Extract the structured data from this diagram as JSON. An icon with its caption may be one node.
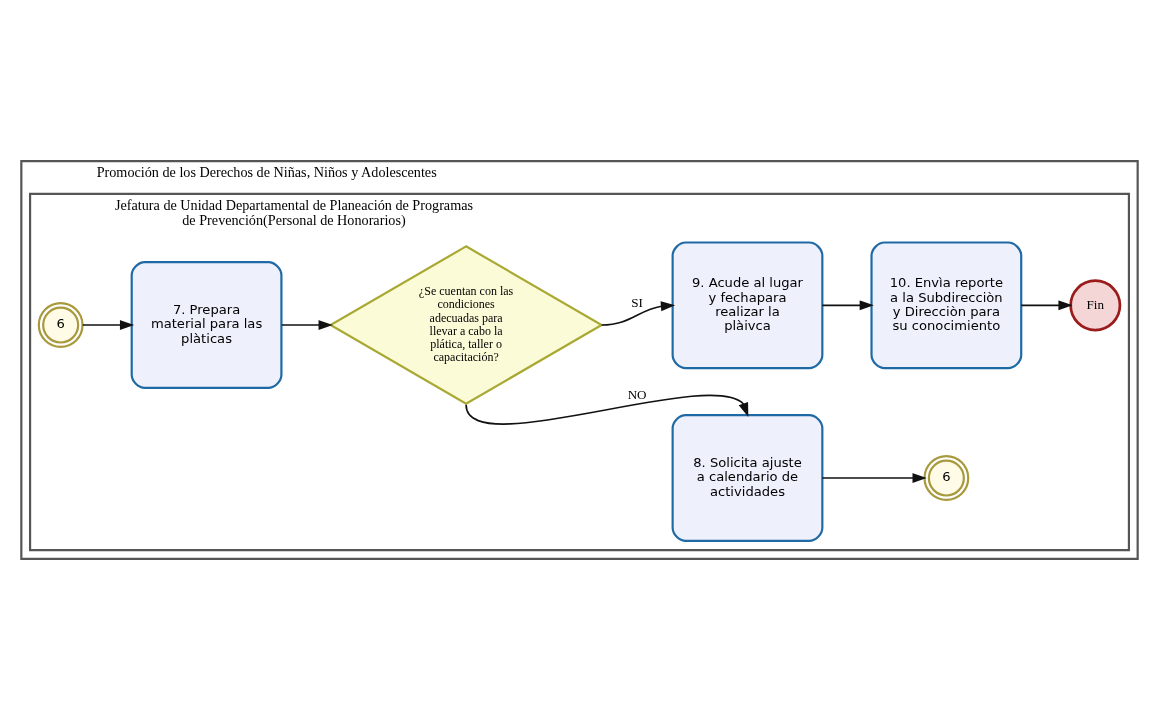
{
  "diagram": {
    "nodes": [
      {
        "text": [
          "Promoción de los Derechos de Niñas, Niños y Adolescentes"
        ]
      },
      {
        "text": [
          "Jefatura de Unidad Departamental de Planeación de Programas de Prevención(Personal de Honorarios)"
        ],
        "in": 0
      },
      {
        "text": [
          "6"
        ],
        "in": 1
      },
      {
        "text": [
          "7. Prepara material para las plàticas"
        ],
        "in": 1
      },
      {
        "text": [
          "¿Se cuentan con las condiciones adecuadas para llevar a cabo la plática, taller o capacitación?"
        ],
        "in": 1
      },
      {
        "text": [
          "9. Acude al lugar y fechapara realizar la plàivca"
        ],
        "in": 1
      },
      {
        "text": [
          "10. Envìa reporte a la Subdirecciòn y Direcciòn para su conocimiento"
        ],
        "in": 1
      },
      {
        "text": [
          "Fin"
        ],
        "in": 1
      },
      {
        "text": [
          "8. Solicita ajuste a calendario de actividades"
        ],
        "in": 1
      },
      {
        "text": [
          "6"
        ],
        "in": 1
      }
    ],
    "edges": [
      {
        "from": 2,
        "to": 3,
        "arrow": "to"
      },
      {
        "from": 3,
        "to": 4,
        "arrow": "to"
      },
      {
        "from": 4,
        "to": 5,
        "arrow": "to",
        "label": "SI"
      },
      {
        "from": 5,
        "to": 6,
        "arrow": "to"
      },
      {
        "from": 6,
        "to": 7,
        "arrow": "to"
      },
      {
        "from": 4,
        "to": 8,
        "arrow": "to",
        "label": "NO"
      },
      {
        "from": 8,
        "to": 9,
        "arrow": "to"
      }
    ]
  }
}
